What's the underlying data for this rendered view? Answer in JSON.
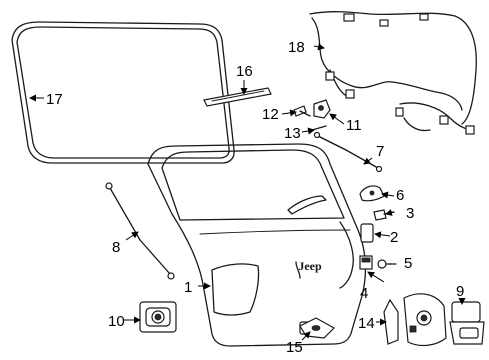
{
  "callouts": [
    {
      "id": "1",
      "label": "1"
    },
    {
      "id": "2",
      "label": "2"
    },
    {
      "id": "3",
      "label": "3"
    },
    {
      "id": "4",
      "label": "4"
    },
    {
      "id": "5",
      "label": "5"
    },
    {
      "id": "6",
      "label": "6"
    },
    {
      "id": "7",
      "label": "7"
    },
    {
      "id": "8",
      "label": "8"
    },
    {
      "id": "9",
      "label": "9"
    },
    {
      "id": "10",
      "label": "10"
    },
    {
      "id": "11",
      "label": "11"
    },
    {
      "id": "12",
      "label": "12"
    },
    {
      "id": "13",
      "label": "13"
    },
    {
      "id": "14",
      "label": "14"
    },
    {
      "id": "15",
      "label": "15"
    },
    {
      "id": "16",
      "label": "16"
    },
    {
      "id": "17",
      "label": "17"
    },
    {
      "id": "18",
      "label": "18"
    }
  ],
  "badge": {
    "text": "Jeep"
  }
}
